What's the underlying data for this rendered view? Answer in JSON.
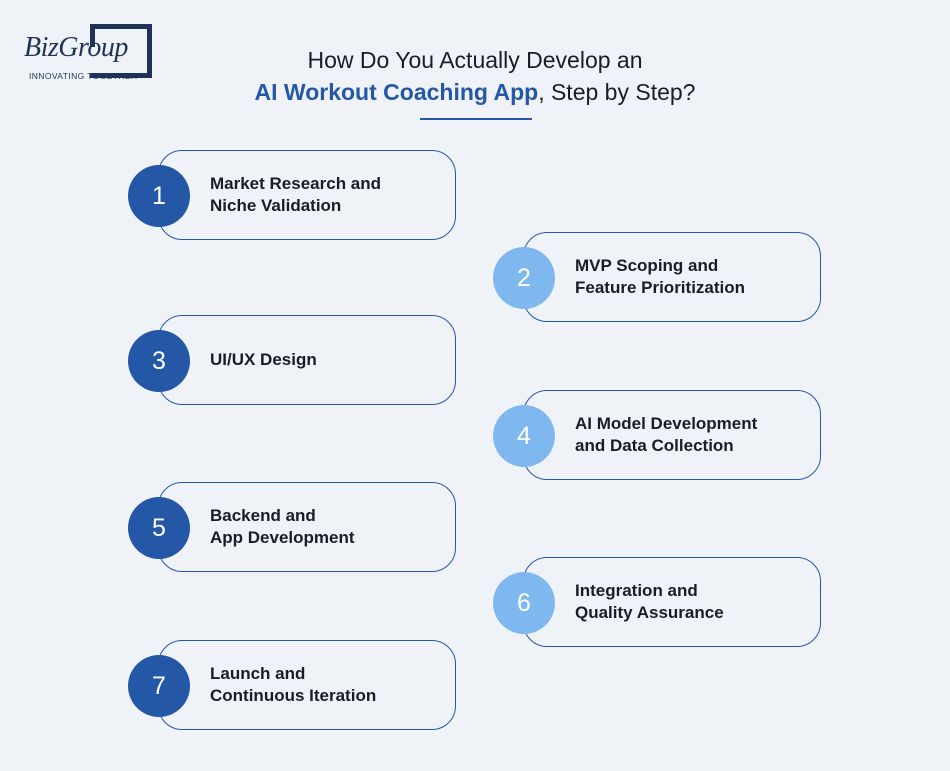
{
  "logo": {
    "name": "BizGroup",
    "tagline": "INNOVATING TOGETHER"
  },
  "title": {
    "line1": "How Do You Actually Develop an",
    "highlight": "AI Workout Coaching App",
    "suffix": ", Step by Step?"
  },
  "colors": {
    "primary": "#2557a7",
    "light": "#7fb8ef",
    "background": "#eff2f7"
  },
  "steps": [
    {
      "number": "1",
      "label_line1": "Market Research and",
      "label_line2": "Niche Validation"
    },
    {
      "number": "2",
      "label_line1": "MVP Scoping and",
      "label_line2": "Feature Prioritization"
    },
    {
      "number": "3",
      "label_line1": "UI/UX Design",
      "label_line2": ""
    },
    {
      "number": "4",
      "label_line1": "AI Model Development",
      "label_line2": "and Data Collection"
    },
    {
      "number": "5",
      "label_line1": "Backend and",
      "label_line2": "App Development"
    },
    {
      "number": "6",
      "label_line1": "Integration and",
      "label_line2": "Quality Assurance"
    },
    {
      "number": "7",
      "label_line1": "Launch and",
      "label_line2": "Continuous Iteration"
    }
  ]
}
